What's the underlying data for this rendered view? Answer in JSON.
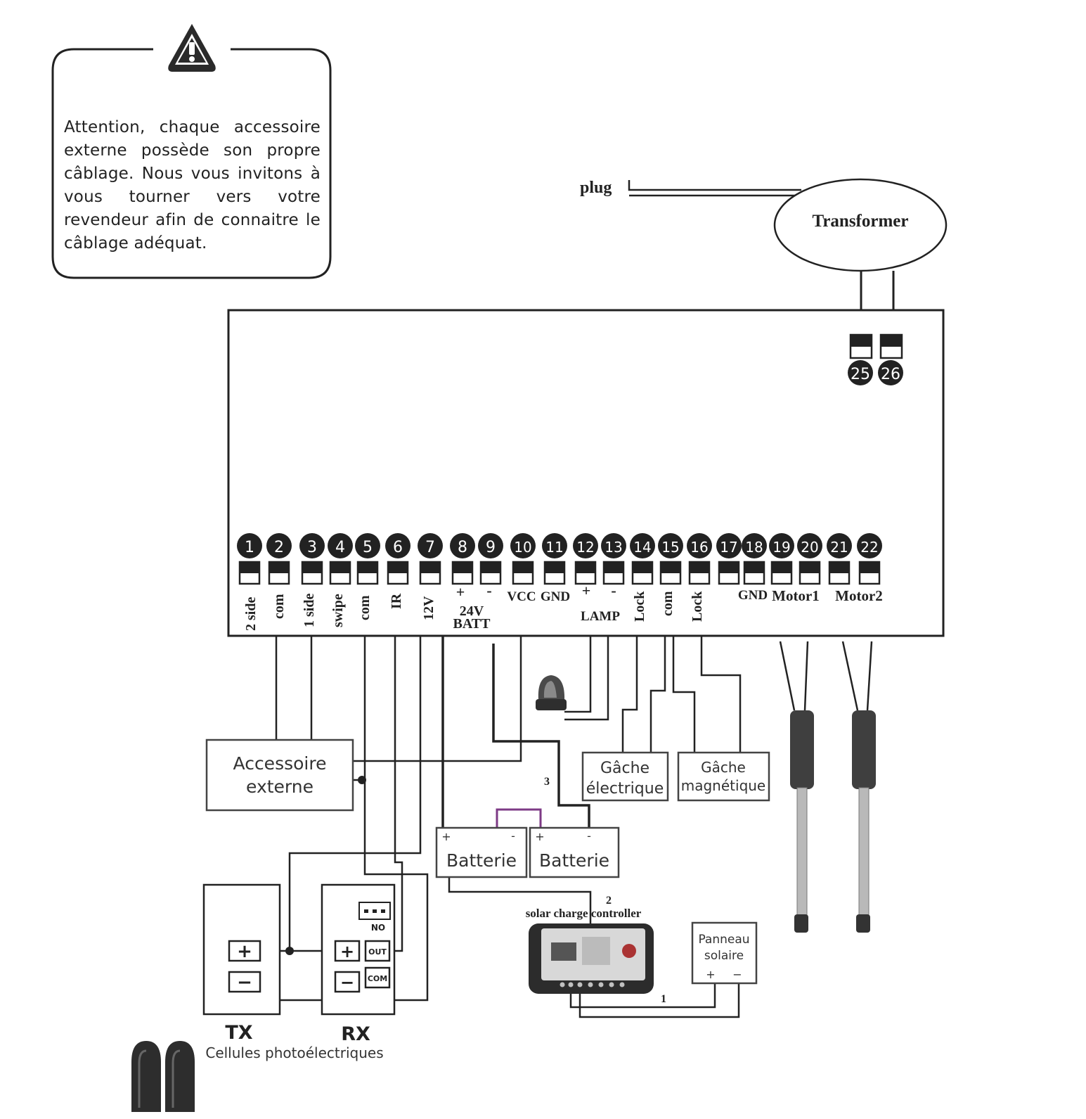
{
  "warning": {
    "text": "Attention, chaque accessoire externe possède son propre câblage. Nous vous invitons à vous tourner vers votre revendeur afin de connaitre le câblage adéquat."
  },
  "power": {
    "plug": "plug",
    "transformer": "Transformer"
  },
  "top_terminals": [
    "25",
    "26"
  ],
  "terminals": [
    "1",
    "2",
    "3",
    "4",
    "5",
    "6",
    "7",
    "8",
    "9",
    "10",
    "11",
    "12",
    "13",
    "14",
    "15",
    "16",
    "17",
    "18",
    "19",
    "20",
    "21",
    "22"
  ],
  "terminal_labels": {
    "t1": "2 side",
    "t2": "com",
    "t3": "1 side",
    "t4": "swipe",
    "t5": "com",
    "t6": "IR",
    "t7": "12V",
    "t8_sign": "+",
    "t9_sign": "-",
    "batt_24v": "24V",
    "batt": "BATT",
    "vcc": "VCC",
    "gnd1": "GND",
    "lamp_plus": "+",
    "lamp_minus": "-",
    "lamp": "LAMP",
    "lock1": "Lock",
    "com3": "com",
    "lock2": "Lock",
    "gnd2": "GND",
    "motor1": "Motor1",
    "motor2": "Motor2"
  },
  "accessory": {
    "line1": "Accessoire",
    "line2": "externe"
  },
  "battery": {
    "label": "Batterie",
    "plus": "+",
    "minus": "-"
  },
  "gache_electrique": {
    "line1": "Gâche",
    "line2": "électrique"
  },
  "gache_magnetique": {
    "line1": "Gâche",
    "line2": "magnétique"
  },
  "solar": {
    "controller": "solar charge controller",
    "panel_line1": "Panneau",
    "panel_line2": "solaire",
    "plus": "+",
    "minus": "−"
  },
  "wire_numbers": {
    "w1": "1",
    "w2": "2",
    "w3": "3"
  },
  "photocell": {
    "tx": "TX",
    "rx": "RX",
    "caption": "Cellules photoélectriques",
    "plus": "+",
    "minus": "−",
    "out": "OUT",
    "com": "COM",
    "no": "NO"
  }
}
